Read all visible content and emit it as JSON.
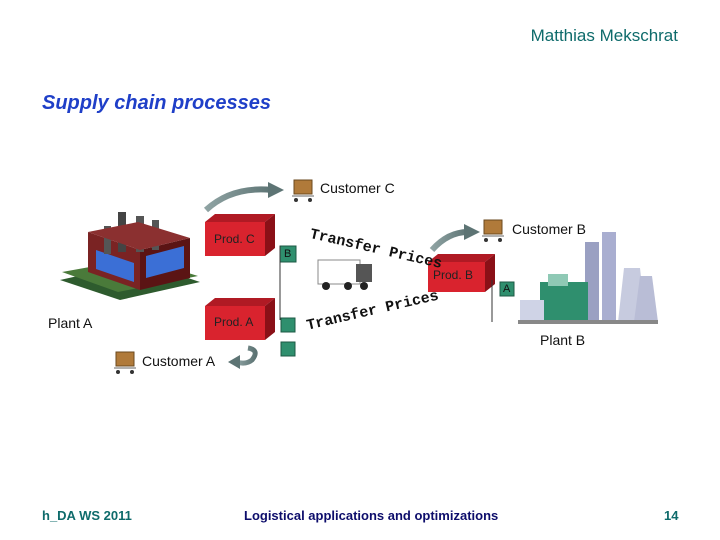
{
  "header": {
    "author": "Matthias Mekschrat",
    "title": "Supply chain processes"
  },
  "diagram": {
    "customer_c": "Customer C",
    "customer_b": "Customer B",
    "customer_a": "Customer A",
    "plant_a": "Plant A",
    "plant_b": "Plant B",
    "prod_c": "Prod. C",
    "prod_a": "Prod. A",
    "prod_b": "Prod. B",
    "box_b": "B",
    "box_a": "A",
    "transfer_prices_top": "Transfer Prices",
    "transfer_prices_bottom": "Transfer Prices"
  },
  "footer": {
    "left": "h_DA WS 2011",
    "center": "Logistical applications and optimizations",
    "page": "14"
  },
  "colors": {
    "prod_box": "#d9232e",
    "small_box": "#2f8f6e",
    "arrow": "#6a8080"
  }
}
